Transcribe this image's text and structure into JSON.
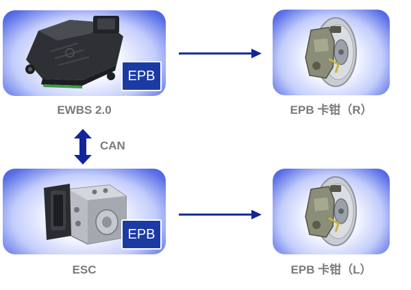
{
  "nodes": {
    "ewbs": {
      "badge": "EPB",
      "caption": "EWBS 2.0"
    },
    "esc": {
      "badge": "EPB",
      "caption": "ESC"
    },
    "caliper_right": {
      "caption": "EPB 卡钳（R）"
    },
    "caliper_left": {
      "caption": "EPB 卡钳（L）"
    }
  },
  "bus": {
    "label": "CAN"
  },
  "colors": {
    "arrow": "#12259a",
    "badge": "#1b3aa3",
    "caption": "#7a7a7a"
  }
}
